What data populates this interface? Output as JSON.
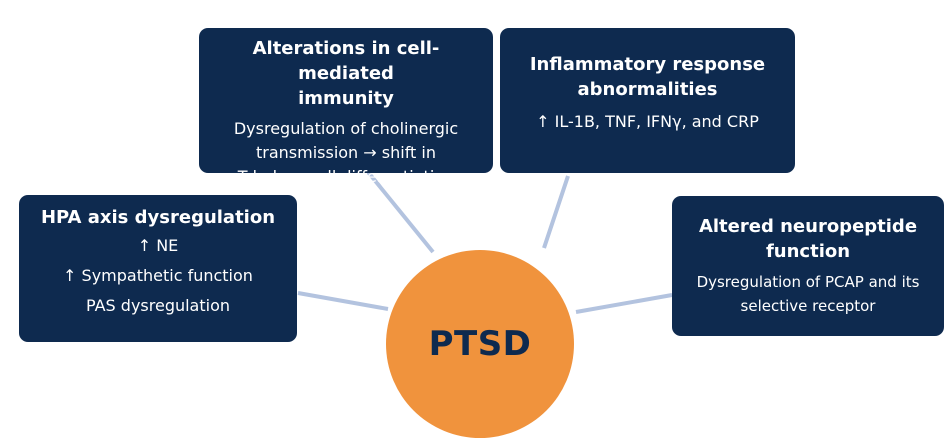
{
  "center": {
    "label": "PTSD",
    "color": "#f0933d"
  },
  "box_color": "#0e2a4f",
  "connector_color": "#b3c3df",
  "boxes": {
    "cell_immunity": {
      "title_1": "Alterations in cell-mediated",
      "title_2": "immunity",
      "lines": [
        "Dysregulation of cholinergic",
        "transmission → shift in",
        "T helper cell differentiation"
      ]
    },
    "inflammatory": {
      "title_1": "Inflammatory response",
      "title_2": "abnormalities",
      "lines": [
        "↑ IL-1B, TNF, IFNγ, and CRP"
      ]
    },
    "hpa": {
      "title_1": "HPA axis dysregulation",
      "lines": [
        "↑ NE",
        "↑ Sympathetic function",
        "PAS dysregulation"
      ]
    },
    "neuropeptide": {
      "title_1": "Altered neuropeptide",
      "title_2": "function",
      "lines": [
        "Dysregulation of PCAP and its",
        "selective receptor"
      ]
    }
  }
}
